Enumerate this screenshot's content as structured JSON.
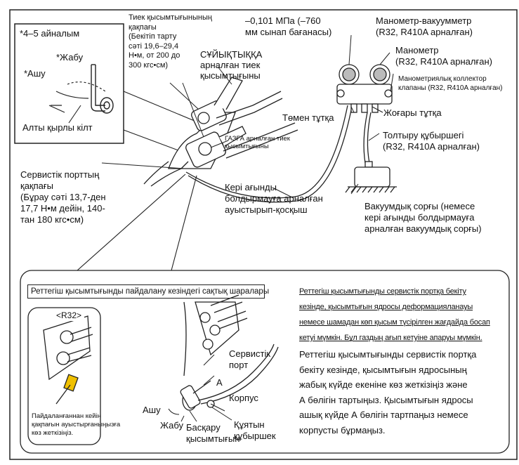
{
  "hex_box": {
    "turns": "*4–5 айналым",
    "close": "*Жабу",
    "open": "*Ашу",
    "hex_key": "Алты қырлы кілт"
  },
  "labels": {
    "valve_cap": "Тиек қысымтығынының\nқақпағы\n(Бекітіп тарту\nсәті 19,6–29,4\nН•м, от 200 до\n300 кгс•см)",
    "liquid_valve": "СҰЙЫҚТЫҚҚА\nарналған тиек\nқысымтығыны",
    "gas_valve": "ГАЗҒА арналған тиек\nқысымтығыны",
    "pressure_reading": "–0,101 МПа (–760\nмм сынап бағанасы)",
    "compound_gauge": "Манометр-вакуумметр\n(R32, R410A арналған)",
    "pressure_gauge": "Манометр\n(R32, R410A арналған)",
    "manifold_valve": "Манометриялық коллектор\nклапаны (R32, R410A арналған)",
    "low_handle": "Төмен тұтқа",
    "high_handle": "Жоғары тұтқа",
    "charge_hose": "Толтыру құбыршегі\n(R32, R410A арналған)",
    "service_cap": "Сервистік порттың\nқақпағы\n(Бұрау сәті 13,7-ден\n17,7 Н•м дейін, 140-\nтан 180 кгс•см)",
    "backflow_adapter": "Кері ағынды\nболдырмауға арналған\nауыстырып-қосқыш",
    "vacuum_pump": "Вакуумдық сорғы (немесе\nкері ағынды болдырмауға\nарналған вакуумдық сорғы)"
  },
  "caution": {
    "title": "Реттегіш қысымтығынды пайдалану кезіндегі сақтық шаралары",
    "r32": "<R32>",
    "after_use": "Пайдаланғаннан кейін\nқақпағын ауыстырғаныңызға\nкөз жеткізіңіз.",
    "service_port": "Сервистік\nпорт",
    "a_label": "A",
    "body_label": "Корпус",
    "open": "Ашу",
    "close": "Жабу",
    "control": "Басқару\nқысымтығын",
    "hose": "Құятын\nқұбыршек",
    "warning_text": "Реттегіш қысымтығынды сервистік портқа бекіту\nкезінде, қысымтығын ядросы деформацияланауы\nнемесе шамадан көп қысым түсірілген жағдайда босап\nкетуі мүмкін. Бұл газдың ағып кетуіне апаруы мүмкін.",
    "instruction_text": "Реттегіш қысымтығынды сервистік портқа\nбекіту кезінде, қысымтығын ядросының\nжабық күйде екеніне көз жеткізіңіз және\nА бөлігін тартыңыз. Қысымтығын ядросы\nашық күйде А бөлігін тартпаңыз немесе\nкорпусты бұрмаңыз."
  }
}
